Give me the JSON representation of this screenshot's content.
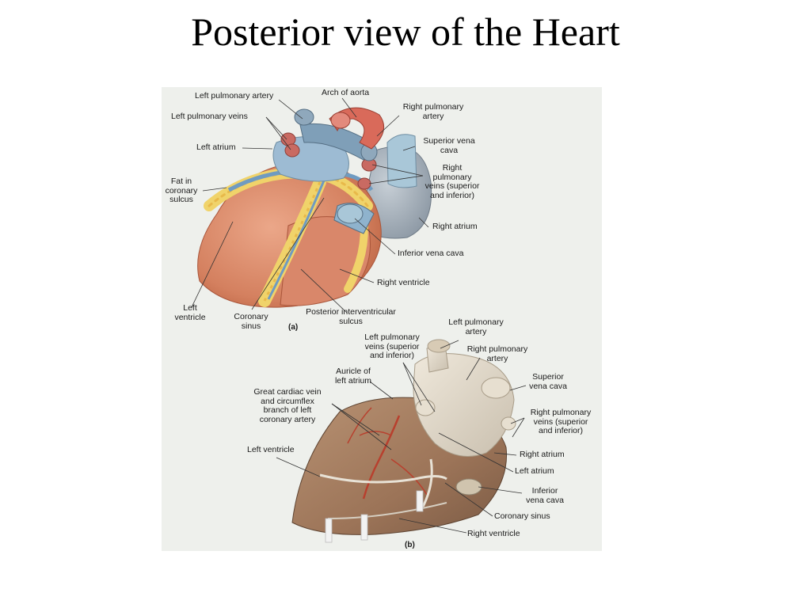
{
  "title": "Posterior view of the Heart",
  "panel_a": {
    "tag": "(a)",
    "labels": {
      "left_pulmonary_artery": "Left pulmonary artery",
      "arch_of_aorta": "Arch of aorta",
      "right_pulmonary_artery_1": "Right pulmonary",
      "right_pulmonary_artery_2": "artery",
      "left_pulmonary_veins": "Left pulmonary veins",
      "superior_vena_cava_1": "Superior vena",
      "superior_vena_cava_2": "cava",
      "left_atrium": "Left atrium",
      "right_pulmonary_veins_1": "Right",
      "right_pulmonary_veins_2": "pulmonary",
      "right_pulmonary_veins_3": "veins (superior",
      "right_pulmonary_veins_4": "and inferior)",
      "fat_1": "Fat in",
      "fat_2": "coronary",
      "fat_3": "sulcus",
      "right_atrium": "Right atrium",
      "inferior_vena_cava": "Inferior vena cava",
      "right_ventricle": "Right ventricle",
      "left_ventricle_1": "Left",
      "left_ventricle_2": "ventricle",
      "coronary_sinus_1": "Coronary",
      "coronary_sinus_2": "sinus",
      "posterior_sulcus_1": "Posterior interventricular",
      "posterior_sulcus_2": "sulcus"
    }
  },
  "panel_b": {
    "tag": "(b)",
    "labels": {
      "left_pulmonary_artery_1": "Left pulmonary",
      "left_pulmonary_artery_2": "artery",
      "left_pulmonary_veins_1": "Left pulmonary",
      "left_pulmonary_veins_2": "veins (superior",
      "left_pulmonary_veins_3": "and inferior)",
      "right_pulmonary_artery_1": "Right pulmonary",
      "right_pulmonary_artery_2": "artery",
      "auricle_1": "Auricle of",
      "auricle_2": "left atrium",
      "superior_vena_cava_1": "Superior",
      "superior_vena_cava_2": "vena cava",
      "great_cardiac_1": "Great cardiac vein",
      "great_cardiac_2": "and circumflex",
      "great_cardiac_3": "branch of left",
      "great_cardiac_4": "coronary artery",
      "right_pulmonary_veins_1": "Right pulmonary",
      "right_pulmonary_veins_2": "veins (superior",
      "right_pulmonary_veins_3": "and inferior)",
      "left_ventricle": "Left ventricle",
      "right_atrium": "Right atrium",
      "left_atrium": "Left atrium",
      "inferior_vena_cava_1": "Inferior",
      "inferior_vena_cava_2": "vena cava",
      "coronary_sinus": "Coronary sinus",
      "right_ventricle": "Right ventricle"
    }
  },
  "colors": {
    "background": "#eef0ec",
    "muscle": "#d98a6a",
    "fat": "#f0d36a",
    "vein_blue": "#7fa9c9",
    "artery_red": "#d96a5a",
    "specimen_brown": "#a07a5e",
    "specimen_pale": "#e4dccd"
  }
}
